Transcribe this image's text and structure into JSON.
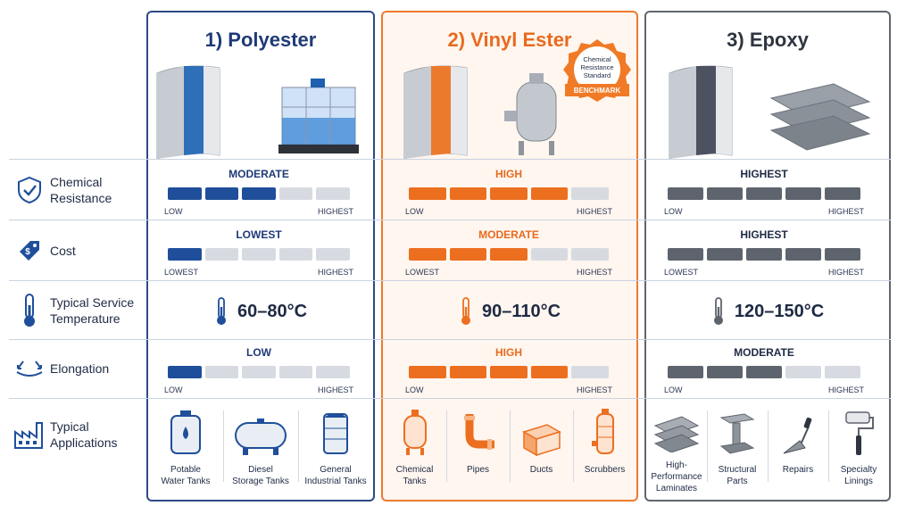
{
  "columns": [
    {
      "id": "polyester",
      "title": "1) Polyester"
    },
    {
      "id": "vinyl",
      "title": "2) Vinyl Ester"
    },
    {
      "id": "epoxy",
      "title": "3) Epoxy"
    }
  ],
  "badge": {
    "line1": "Chemical",
    "line2": "Resistance",
    "line3": "Standard",
    "ribbon": "BENCHMARK"
  },
  "rows": {
    "chemical": {
      "label1": "Chemical",
      "label2": "Resistance",
      "icon": "shield-check-icon"
    },
    "cost": {
      "label1": "Cost",
      "icon": "price-tag-icon"
    },
    "temperature": {
      "label1": "Typical Service",
      "label2": "Temperature",
      "icon": "thermometer-icon"
    },
    "elongation": {
      "label1": "Elongation",
      "icon": "stretch-arrows-icon"
    },
    "applications": {
      "label1": "Typical",
      "label2": "Applications",
      "icon": "factory-icon"
    }
  },
  "ratings": {
    "polyester": {
      "chemical": {
        "label": "MODERATE",
        "level": 3,
        "low": "LOW",
        "high": "HIGHEST"
      },
      "cost": {
        "label": "LOWEST",
        "level": 1,
        "low": "LOWEST",
        "high": "HIGHEST"
      },
      "elongation": {
        "label": "LOW",
        "level": 1,
        "low": "LOW",
        "high": "HIGHEST"
      }
    },
    "vinyl": {
      "chemical": {
        "label": "HIGH",
        "level": 4,
        "low": "LOW",
        "high": "HIGHEST"
      },
      "cost": {
        "label": "MODERATE",
        "level": 3,
        "low": "LOWEST",
        "high": "HIGHEST"
      },
      "elongation": {
        "label": "HIGH",
        "level": 4,
        "low": "LOW",
        "high": "HIGHEST"
      }
    },
    "epoxy": {
      "chemical": {
        "label": "HIGHEST",
        "level": 5,
        "low": "LOW",
        "high": "HIGHEST"
      },
      "cost": {
        "label": "HIGHEST",
        "level": 5,
        "low": "LOWEST",
        "high": "HIGHEST"
      },
      "elongation": {
        "label": "MODERATE",
        "level": 3,
        "low": "LOW",
        "high": "HIGHEST"
      }
    }
  },
  "temperatures": {
    "polyester": "60–80°C",
    "vinyl": "90–110°C",
    "epoxy": "120–150°C"
  },
  "applications": {
    "polyester": [
      {
        "l1": "Potable",
        "l2": "Water Tanks",
        "icon": "water-tank-icon"
      },
      {
        "l1": "Diesel",
        "l2": "Storage Tanks",
        "icon": "horizontal-tank-icon"
      },
      {
        "l1": "General",
        "l2": "Industrial Tanks",
        "icon": "industrial-tank-icon"
      }
    ],
    "vinyl": [
      {
        "l1": "Chemical",
        "l2": "Tanks",
        "icon": "chemical-tank-icon"
      },
      {
        "l1": "Pipes",
        "l2": "",
        "icon": "pipe-icon"
      },
      {
        "l1": "Ducts",
        "l2": "",
        "icon": "duct-icon"
      },
      {
        "l1": "Scrubbers",
        "l2": "",
        "icon": "scrubber-icon"
      }
    ],
    "epoxy": [
      {
        "l1": "High-Performance",
        "l2": "Laminates",
        "icon": "laminate-sheets-icon"
      },
      {
        "l1": "Structural",
        "l2": "Parts",
        "icon": "i-beam-icon"
      },
      {
        "l1": "Repairs",
        "l2": "",
        "icon": "trowel-icon"
      },
      {
        "l1": "Specialty",
        "l2": "Linings",
        "icon": "paint-roller-icon"
      }
    ]
  },
  "colors": {
    "polyester": "#1f4f9a",
    "vinyl": "#ec6f1f",
    "epoxy": "#5e646d",
    "empty": "#d7dbe1"
  }
}
